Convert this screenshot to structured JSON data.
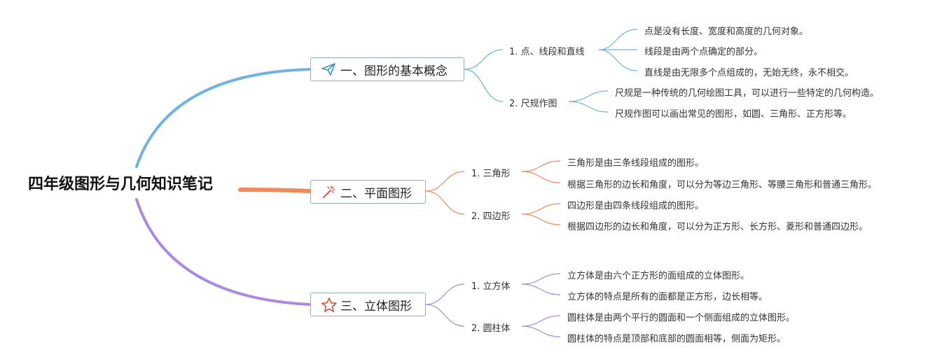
{
  "root": {
    "title": "四年级图形与几何知识笔记"
  },
  "branches": [
    {
      "label": "一、图形的基本概念",
      "icon": "paper-plane-icon",
      "color": "#6fb3de",
      "topics": [
        {
          "label": "1. 点、线段和直线",
          "items": [
            "点是没有长度、宽度和高度的几何对象。",
            "线段是由两个点确定的部分。",
            "直线是由无限多个点组成的，无始无终，永不相交。"
          ]
        },
        {
          "label": "2. 尺规作图",
          "items": [
            "尺规是一种传统的几何绘图工具，可以进行一些特定的几何构造。",
            "尺规作图可以画出常见的图形，如圆、三角形、正方形等。"
          ]
        }
      ]
    },
    {
      "label": "二、平面图形",
      "icon": "magic-wand-icon",
      "color": "#ef8a5a",
      "topics": [
        {
          "label": "1. 三角形",
          "items": [
            "三角形是由三条线段组成的图形。",
            "根据三角形的边长和角度，可以分为等边三角形、等腰三角形和普通三角形。"
          ]
        },
        {
          "label": "2. 四边形",
          "items": [
            "四边形是由四条线段组成的图形。",
            "根据四边形的边长和角度，可以分为正方形、长方形、菱形和普通四边形。"
          ]
        }
      ]
    },
    {
      "label": "三、立体图形",
      "icon": "star-icon",
      "color": "#a98ae0",
      "topics": [
        {
          "label": "1. 立方体",
          "items": [
            "立方体是由六个正方形的面组成的立体图形。",
            "立方体的特点是所有的面都是正方形，边长相等。"
          ]
        },
        {
          "label": "2. 圆柱体",
          "items": [
            "圆柱体是由两个平行的圆面和一个侧面组成的立体图形。",
            "圆柱体的特点是顶部和底部的圆面相等，侧面为矩形。"
          ]
        }
      ]
    }
  ]
}
